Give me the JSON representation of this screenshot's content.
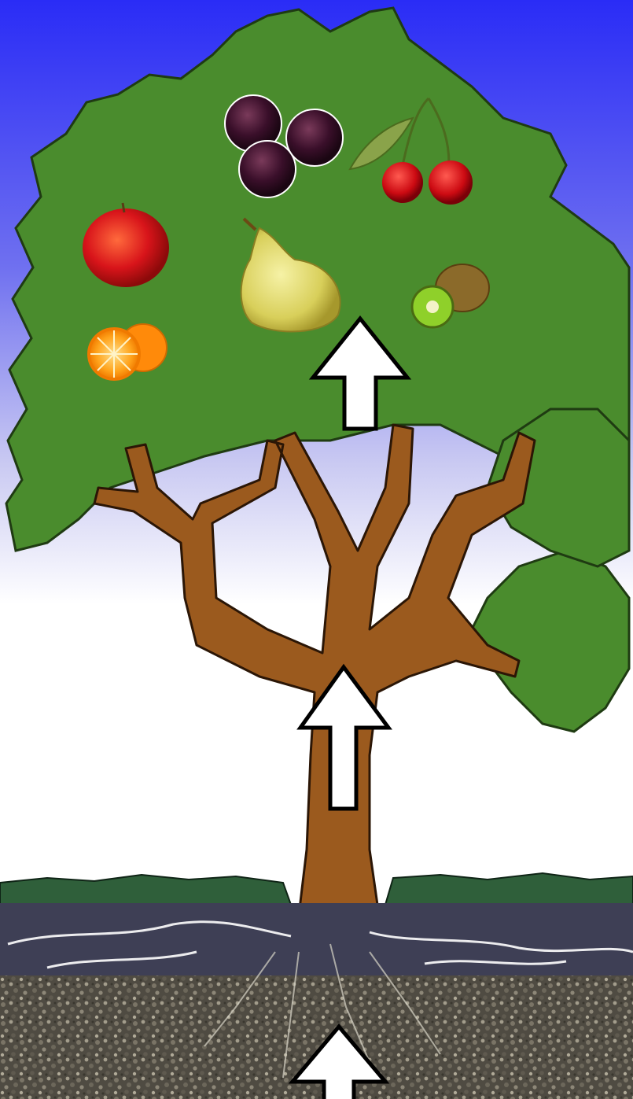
{
  "figure": {
    "subject": "fruit-tree-with-roots",
    "fruits": [
      "plums",
      "cherries",
      "apple",
      "pear",
      "kiwi",
      "orange"
    ],
    "layers": [
      "sky",
      "tree-canopy",
      "trunk",
      "grass",
      "topsoil",
      "gravel-subsoil"
    ],
    "arrows": [
      "arrow-soil-to-roots",
      "arrow-trunk-up",
      "arrow-canopy-up"
    ],
    "colors": {
      "sky_top": "#2b2df5",
      "sky_bottom": "#ffffff",
      "canopy": "#4a8c2d",
      "trunk": "#9b5a1e",
      "grass": "#2f5f3a",
      "topsoil": "#3e3f55",
      "gravel": "#5a564c",
      "arrow_fill": "#ffffff",
      "arrow_stroke": "#000000"
    }
  }
}
